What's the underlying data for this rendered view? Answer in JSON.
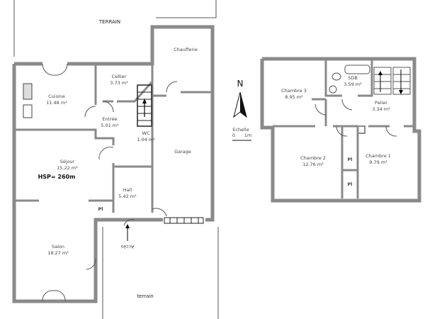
{
  "ground_floor": {
    "terrain_top": "TERRAIN",
    "terrain_bottom": "terrain",
    "rooms": [
      {
        "name": "Cuisine",
        "area": "11.48 m²"
      },
      {
        "name": "Cellier",
        "area": "3.73 m²"
      },
      {
        "name": "Chaufferie",
        "area": ""
      },
      {
        "name": "Entrée",
        "area": "5.01 m²"
      },
      {
        "name": "WC",
        "area": "1.04 m²"
      },
      {
        "name": "Séjour",
        "area": "15.22 m²"
      },
      {
        "name": "Garage",
        "area": ""
      },
      {
        "name": "Hall",
        "area": "5.42 m²"
      },
      {
        "name": "Salon",
        "area": "18.27 m²"
      }
    ],
    "hsp": "HSP= 260m",
    "placard": "Pl",
    "access": "Accès"
  },
  "north": {
    "label": "N"
  },
  "scale": {
    "label": "Echelle",
    "min": "0",
    "max": "1m"
  },
  "upper_floor": {
    "rooms": [
      {
        "name": "Chambre 3",
        "area": "8.95 m²"
      },
      {
        "name": "SDB",
        "area": "3.59 m²"
      },
      {
        "name": "Palier",
        "area": "3.34 m²"
      },
      {
        "name": "Chambre 2",
        "area": "12.76 m²"
      },
      {
        "name": "Chambre 1",
        "area": "9.79 m²"
      }
    ],
    "placard": "Pl"
  }
}
